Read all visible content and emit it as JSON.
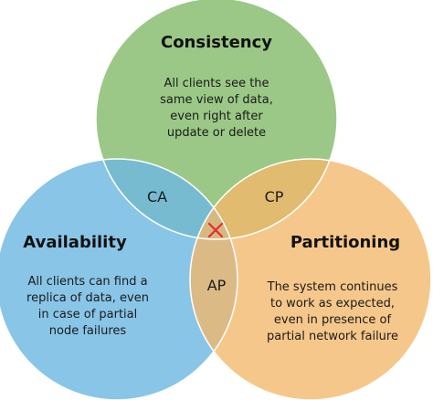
{
  "colors": {
    "consistency": "#93c47d",
    "availability": "#6fb8e2",
    "partitioning": "#f4b76a",
    "outline": "#ffffff",
    "marker": "#e03030"
  },
  "circles": {
    "consistency": {
      "title": "Consistency",
      "desc_lines": [
        "All clients see the",
        "same view of data,",
        "even right after",
        "update or delete"
      ]
    },
    "availability": {
      "title": "Availability",
      "desc_lines": [
        "All clients can find a",
        "replica of data, even",
        "in case of partial",
        "node failures"
      ]
    },
    "partitioning": {
      "title": "Partitioning",
      "desc_lines": [
        "The system continues",
        "to work as expected,",
        "even in presence of",
        "partial network failure"
      ]
    }
  },
  "overlaps": {
    "ca": "CA",
    "cp": "CP",
    "ap": "AP"
  },
  "center_marker": {
    "icon": "x-mark-icon",
    "glyph": "✕"
  }
}
